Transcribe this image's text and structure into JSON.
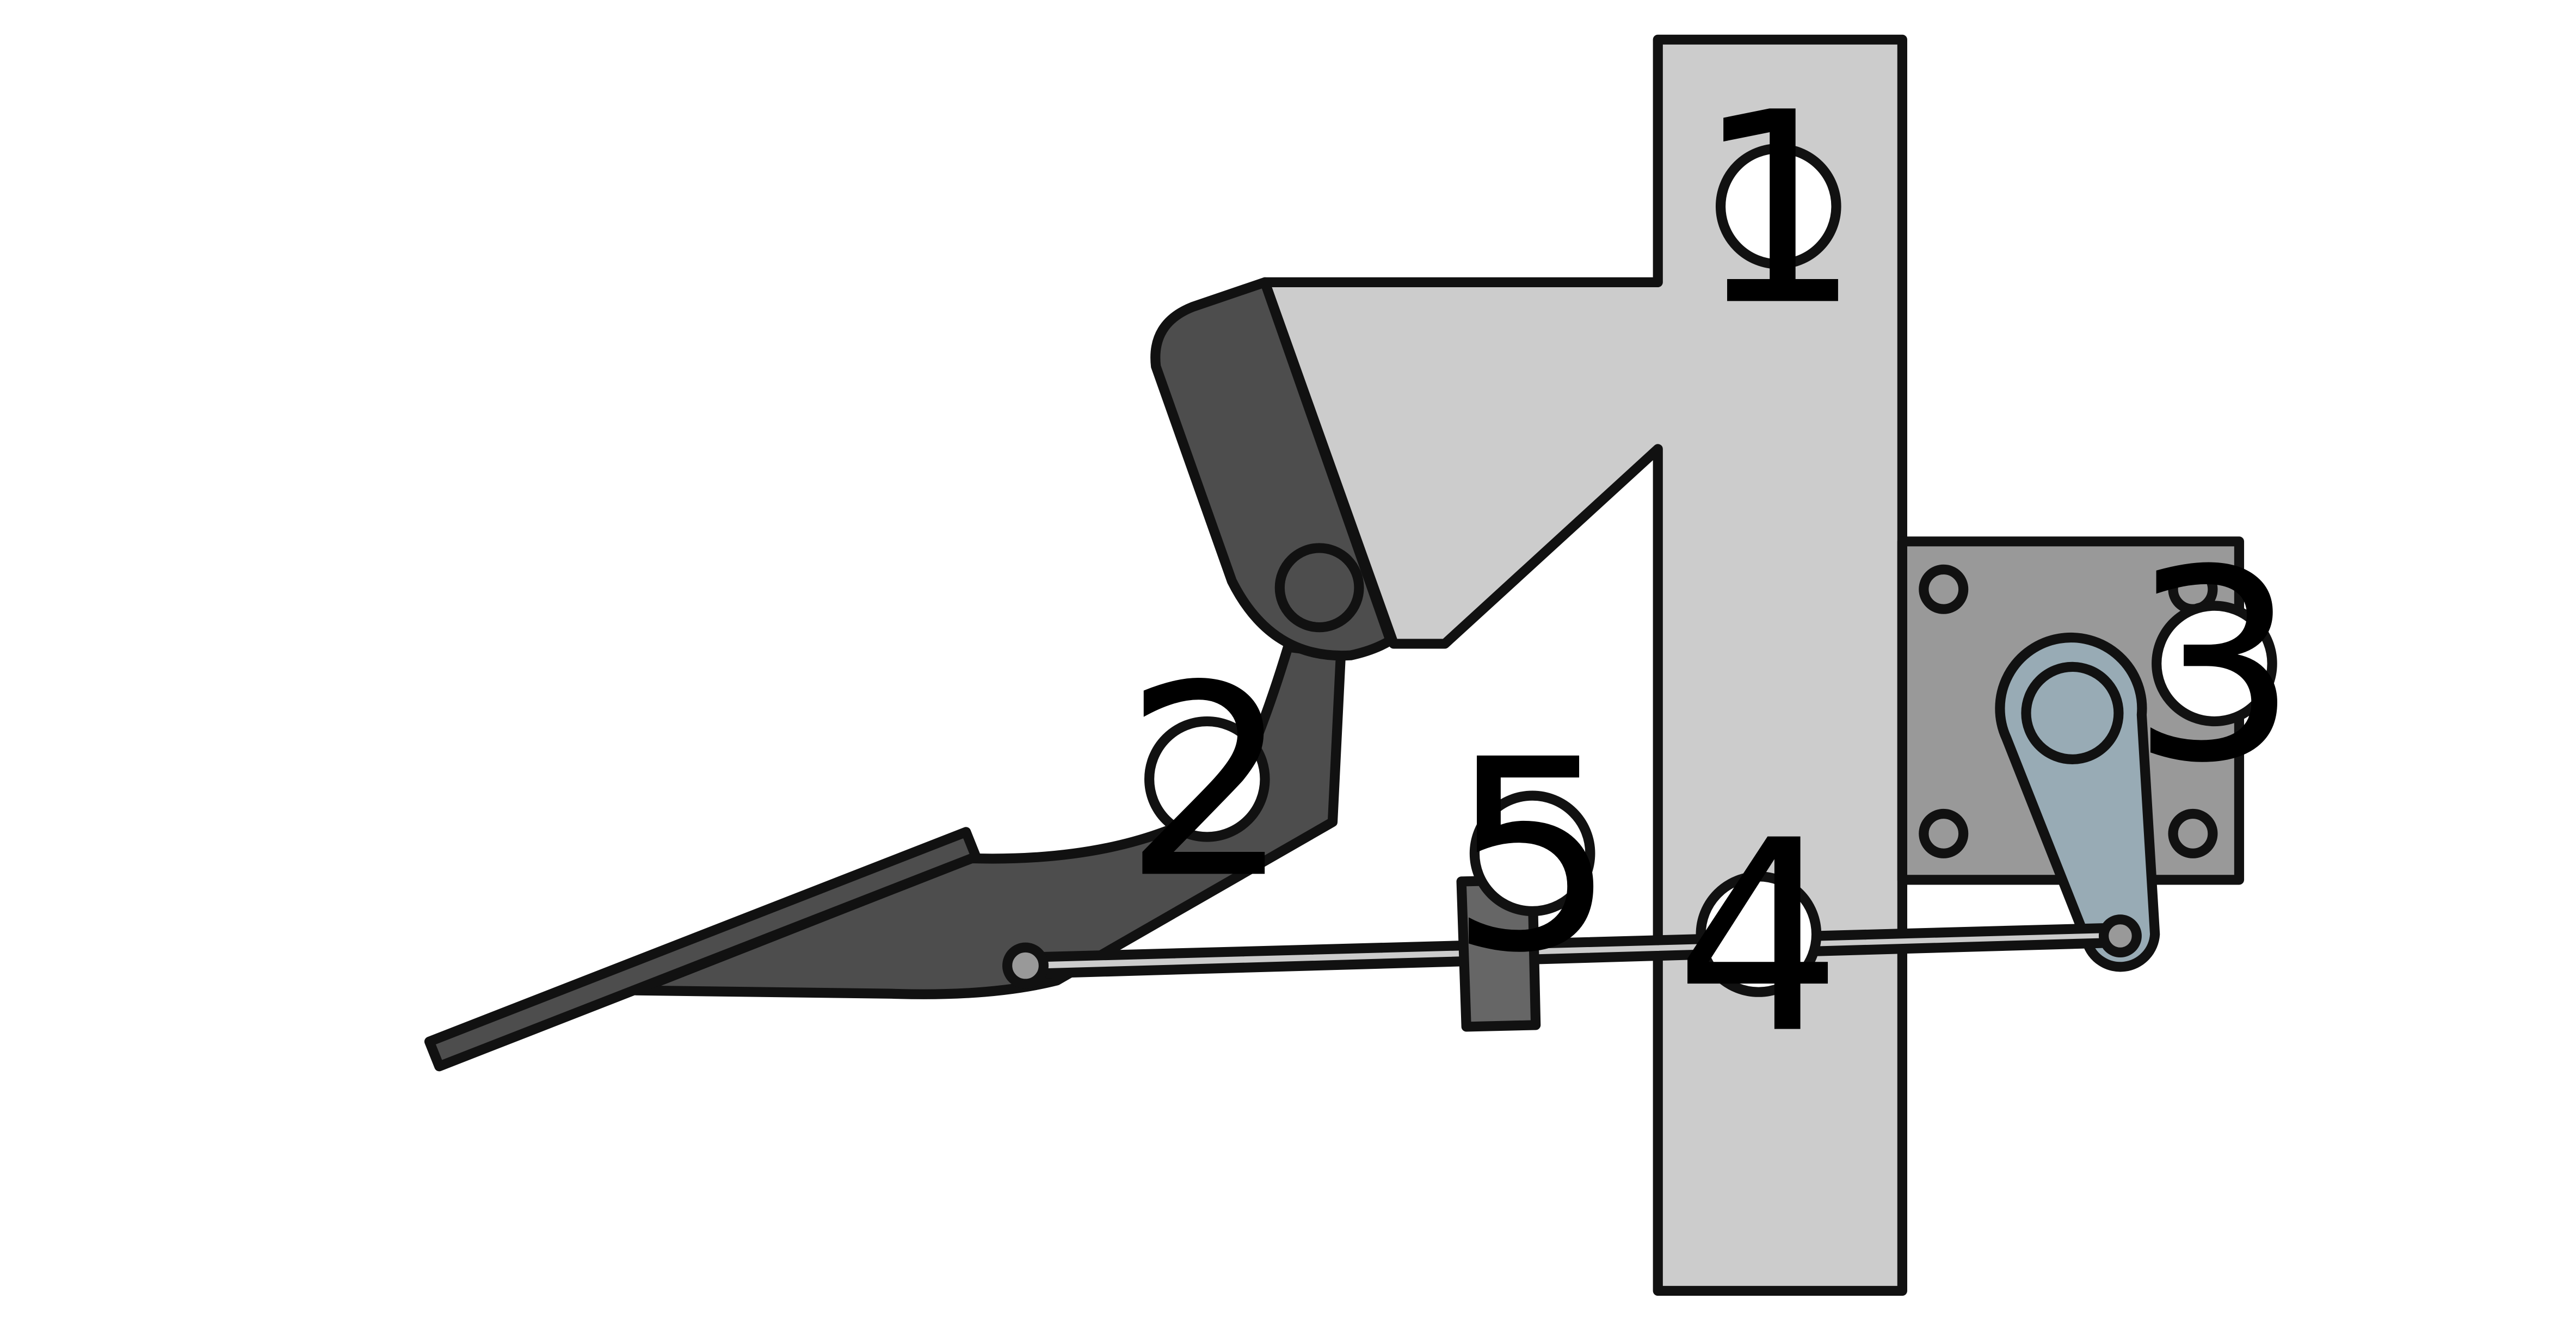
{
  "colors": {
    "frame": "#cccccc",
    "pedal": "#4d4d4d",
    "plate": "#999999",
    "arm": "#98abb5",
    "rod": "#cccccc",
    "stop_block": "#666666",
    "pin": "#999999",
    "callout_fill": "#ffffff",
    "outline": "#111111"
  },
  "callouts": [
    {
      "id": "1",
      "label": "1"
    },
    {
      "id": "2",
      "label": "2"
    },
    {
      "id": "3",
      "label": "3"
    },
    {
      "id": "4",
      "label": "4"
    },
    {
      "id": "5",
      "label": "5"
    }
  ]
}
